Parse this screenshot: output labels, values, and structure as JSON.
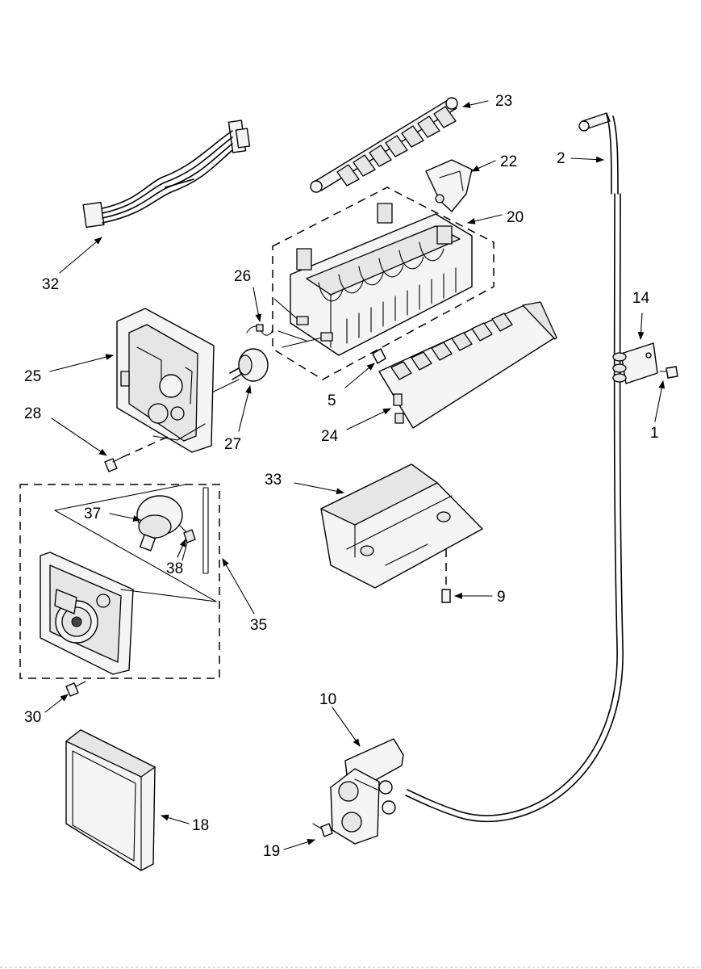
{
  "labels": {
    "l1": "1",
    "l2": "2",
    "l5": "5",
    "l9": "9",
    "l10": "10",
    "l14": "14",
    "l18": "18",
    "l19": "19",
    "l20": "20",
    "l22": "22",
    "l23": "23",
    "l24": "24",
    "l25": "25",
    "l26": "26",
    "l27": "27",
    "l28": "28",
    "l30": "30",
    "l32": "32",
    "l33": "33",
    "l35": "35",
    "l37": "37",
    "l38": "38"
  }
}
